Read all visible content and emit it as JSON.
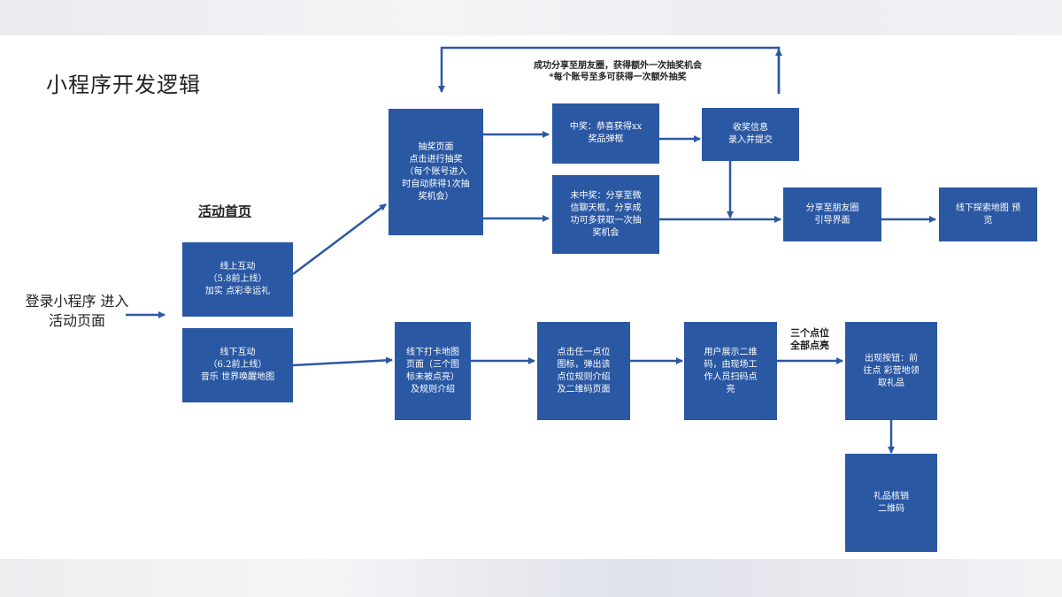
{
  "title": "小程序开发逻辑",
  "start": "登录小程序\n进入活动页面",
  "activity_home": "活动首页",
  "nodes": {
    "online": "线上互动\n（5.8前上线）\n加实 点彩幸运礼",
    "offline": "线下互动\n（6.2前上线）\n音乐 世界唤醒地图",
    "lottery": "抽奖页面\n点击进行抽奖\n（每个账号进入\n时自动获得1次抽\n奖机会）",
    "win": "中奖：恭喜获得xx\n奖品弹框",
    "lose": "未中奖：分享至微\n信聊天框，分享成\n功可多获取一次抽\n奖机会",
    "collect": "收奖信息\n录入并提交",
    "share_moments": "分享至朋友圈\n引导界面",
    "offline_explore": "线下探索地图 预\n览",
    "checkin_map": "线下打卡地图\n页面（三个图\n标未被点亮）\n及规则介绍",
    "click_point": "点击任一点位\n图标，弹出该\n点位规则介绍\n及二维码页面",
    "show_qr": "用户展示二维\n码，由现场工\n作人员扫码点\n亮",
    "reward_button": "出现按钮：前\n往点 彩营地领\n取礼品",
    "gift_qr": "礼品核销\n二维码"
  },
  "notes": {
    "share_top": "成功分享至朋友圈，获得额外一次抽奖机会\n*每个账号至多可获得一次额外抽奖",
    "all_lit": "三个点位\n全部点亮"
  },
  "colors": {
    "box": "#2b58a3",
    "arrow": "#2b58a3"
  }
}
